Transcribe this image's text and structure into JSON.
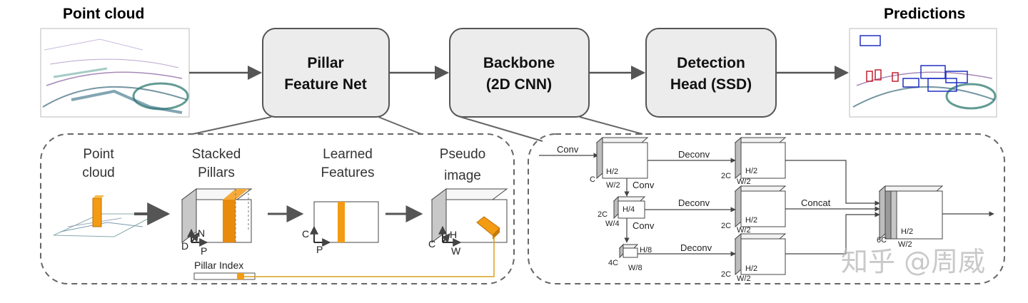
{
  "titles": {
    "input": "Point cloud",
    "output": "Predictions"
  },
  "stages": {
    "pfn": [
      "Pillar",
      "Feature Net"
    ],
    "backbone": [
      "Backbone",
      "(2D CNN)"
    ],
    "head": [
      "Detection",
      "Head (SSD)"
    ]
  },
  "pfn_detail": {
    "point_cloud": [
      "Point",
      "cloud"
    ],
    "stacked_pillars": [
      "Stacked",
      "Pillars"
    ],
    "learned_features": [
      "Learned",
      "Features"
    ],
    "pseudo_image": [
      "Pseudo",
      "image"
    ],
    "axes": {
      "D": "D",
      "P": "P",
      "N": "N",
      "C": "C",
      "H": "H",
      "W": "W"
    },
    "pillar_index": "Pillar Index"
  },
  "backbone_detail": {
    "conv": "Conv",
    "deconv": "Deconv",
    "concat": "Concat",
    "C": "C",
    "H2": "H/2",
    "W2": "W/2",
    "C2": "2C",
    "H4": "H/4",
    "W4": "W/4",
    "C4": "4C",
    "H8": "H/8",
    "W8": "W/8",
    "C6": "6C"
  },
  "watermark": "知乎 @周威",
  "colors": {
    "stage_fill": "#ececec",
    "stage_stroke": "#555555",
    "orange": "#f39b12",
    "arrow": "#555555",
    "pillar_line": "#d7a21f"
  }
}
